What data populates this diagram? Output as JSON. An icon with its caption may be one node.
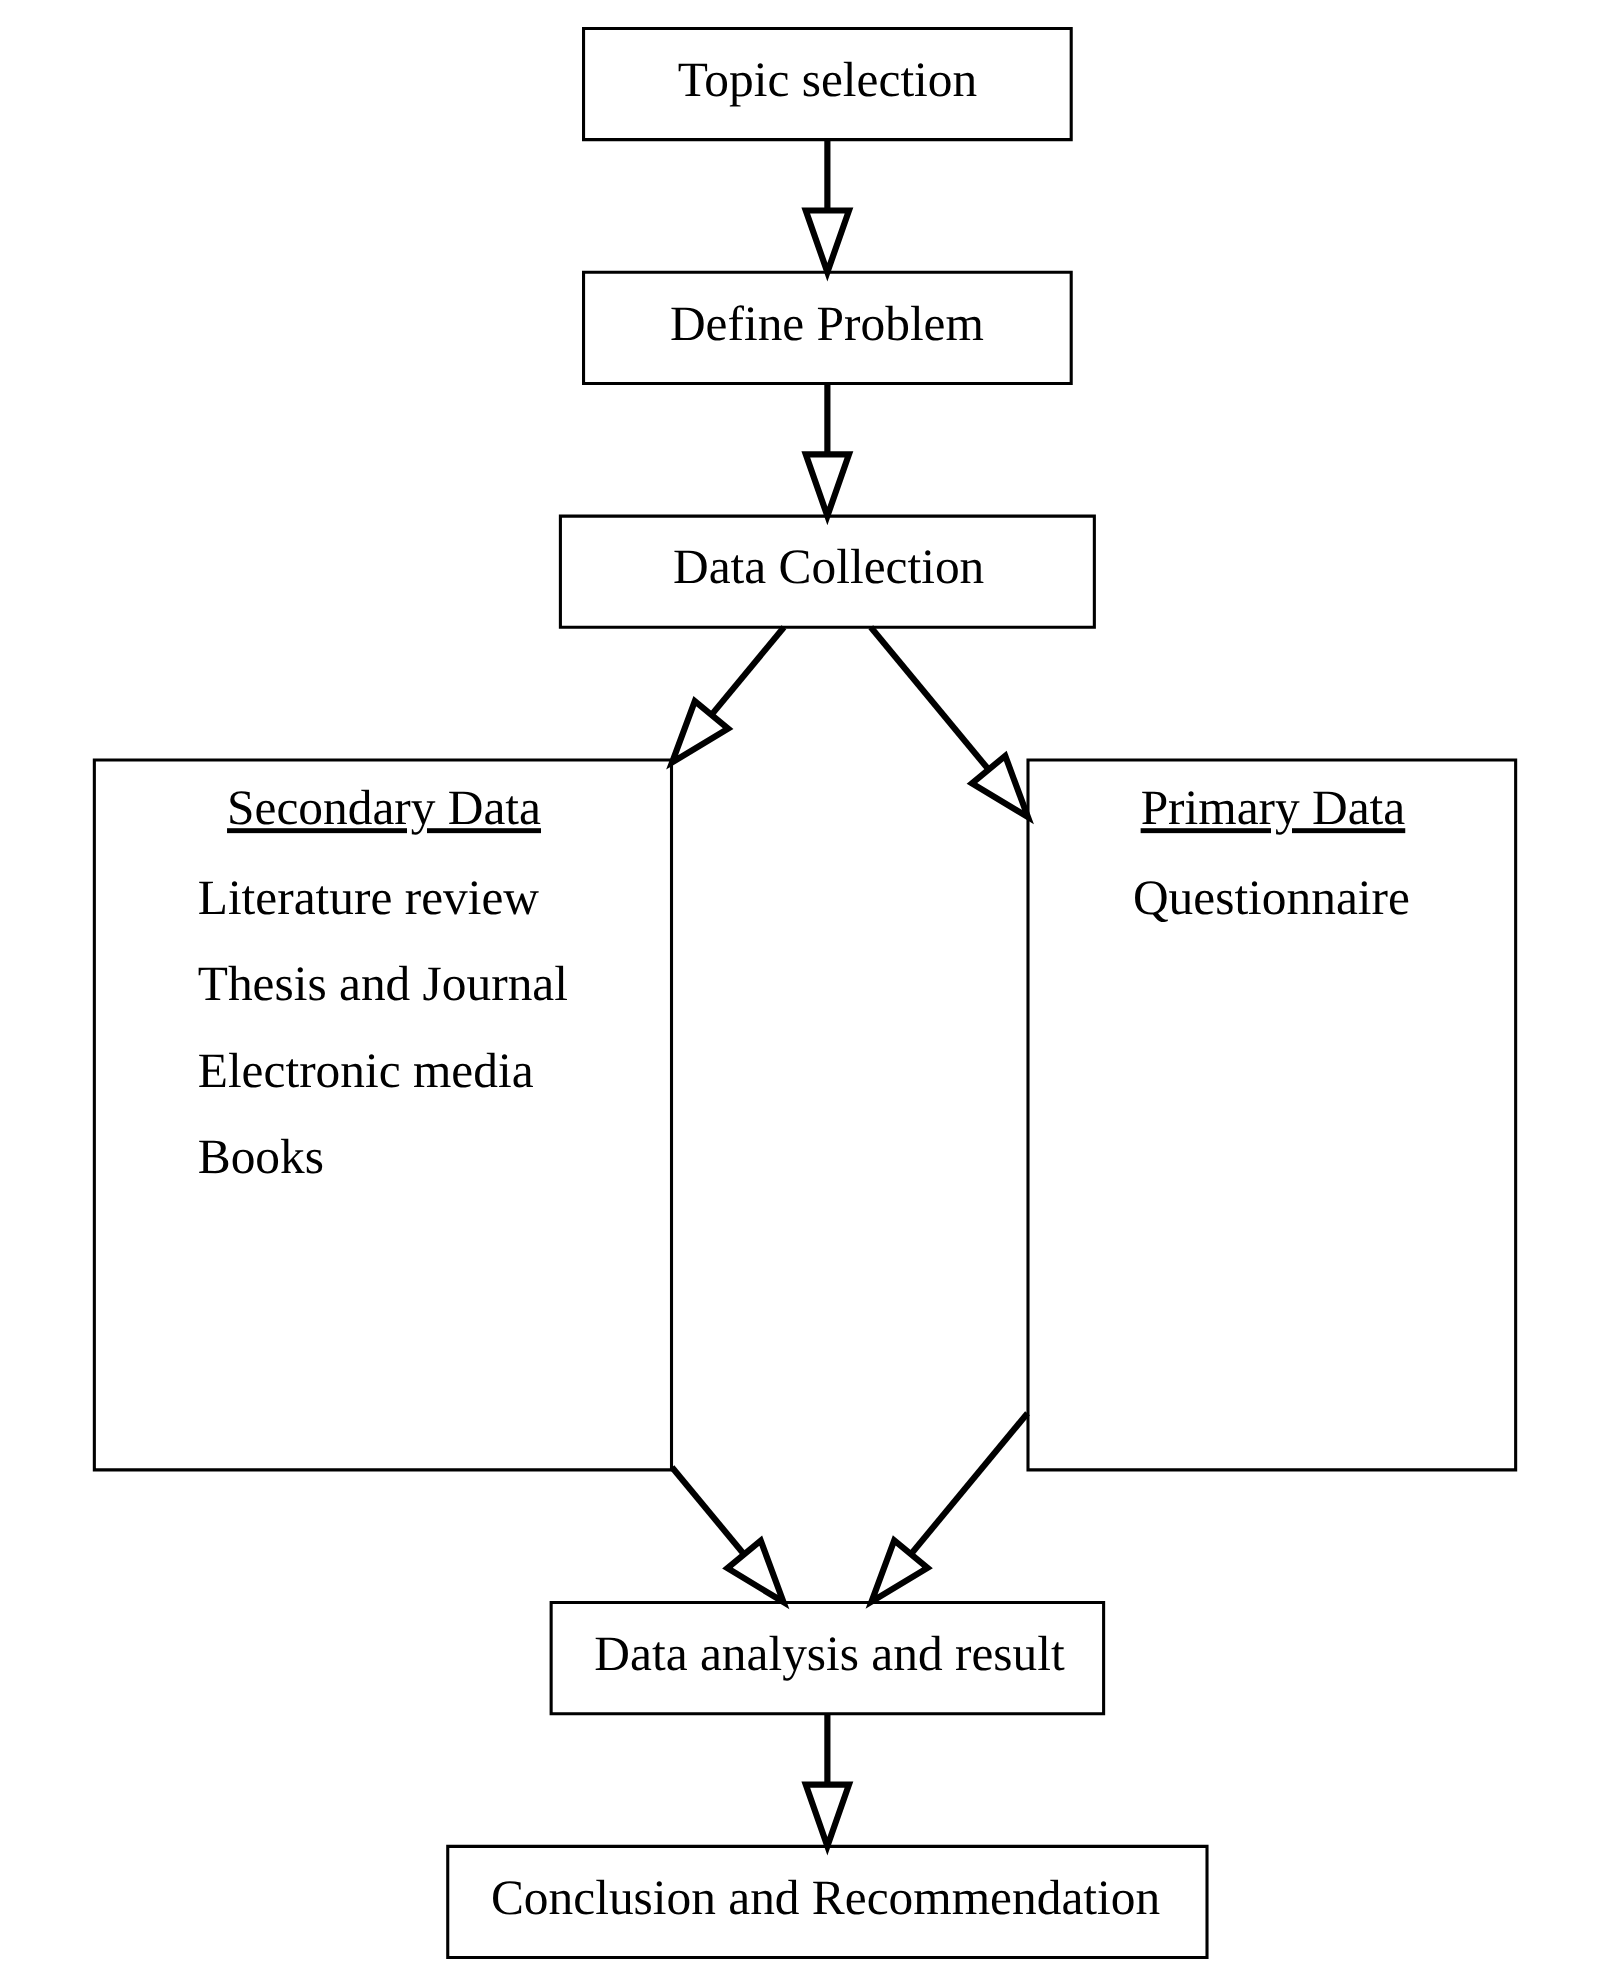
{
  "diagram": {
    "nodes": [
      {
        "text": [
          "Topic selection"
        ]
      },
      {
        "text": [
          "Define Problem"
        ]
      },
      {
        "text": [
          "Data Collection"
        ]
      },
      {
        "text": [
          "Secondary Data",
          "Literature review",
          "Thesis and Journal",
          "Electronic media",
          "Books"
        ]
      },
      {
        "text": [
          "Primary Data",
          "Questionnaire"
        ]
      },
      {
        "text": [
          "Data analysis and result"
        ]
      },
      {
        "text": [
          "Conclusion and Recommendation"
        ]
      }
    ],
    "edges": [
      {
        "from": 0,
        "to": 1,
        "arrow": "to"
      },
      {
        "from": 1,
        "to": 2,
        "arrow": "to"
      },
      {
        "from": 2,
        "to": 3,
        "arrow": "to"
      },
      {
        "from": 2,
        "to": 4,
        "arrow": "to"
      },
      {
        "from": 3,
        "to": 5,
        "arrow": "to"
      },
      {
        "from": 4,
        "to": 5,
        "arrow": "to"
      },
      {
        "from": 5,
        "to": 6,
        "arrow": "to"
      }
    ]
  }
}
